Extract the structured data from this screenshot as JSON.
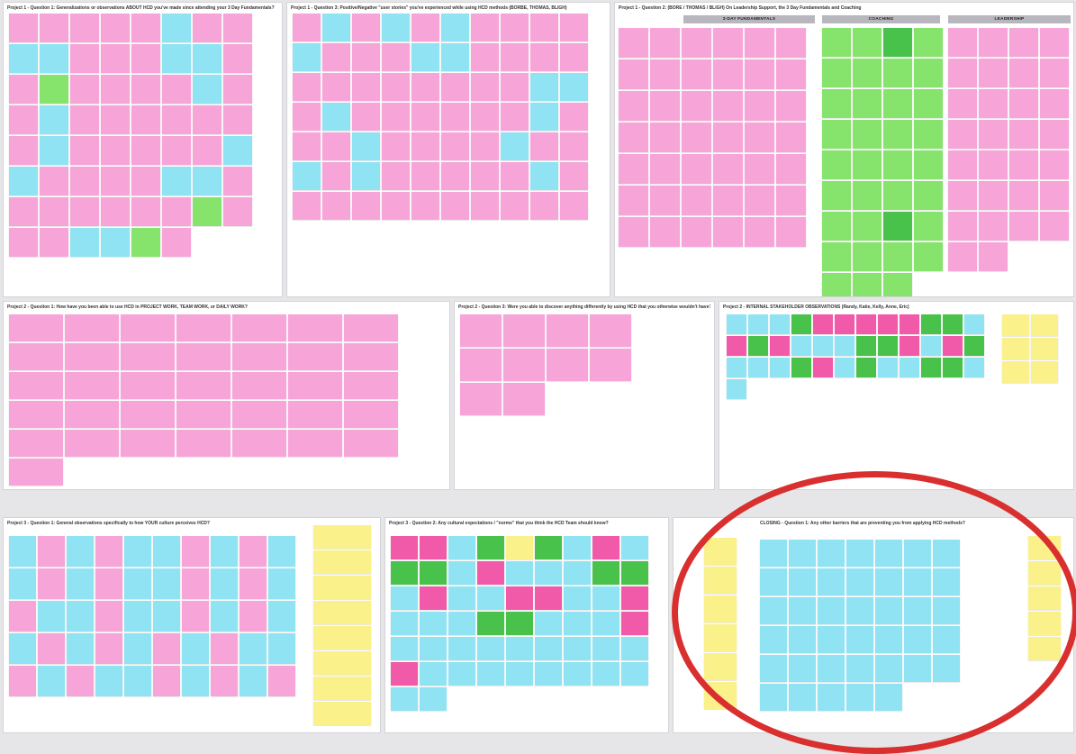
{
  "frames": [
    {
      "id": "p1q1",
      "title": "Project 1 - Question 1: Generalizations or observations ABOUT HCD you've made since attending your 3 Day Fundamentals?",
      "colors": [
        "pink",
        "pink",
        "pink",
        "pink",
        "pink",
        "cyan",
        "pink",
        "pink",
        "cyan",
        "cyan",
        "pink",
        "pink",
        "pink",
        "cyan",
        "cyan",
        "pink",
        "pink",
        "lime",
        "pink",
        "pink",
        "pink",
        "pink",
        "cyan",
        "pink",
        "pink",
        "cyan",
        "pink",
        "pink",
        "pink",
        "pink",
        "pink",
        "pink",
        "pink",
        "cyan",
        "pink",
        "pink",
        "pink",
        "pink",
        "pink",
        "cyan",
        "cyan",
        "pink",
        "pink",
        "pink",
        "pink",
        "cyan",
        "cyan",
        "pink",
        "pink",
        "pink",
        "pink",
        "pink",
        "pink",
        "pink",
        "lime",
        "pink",
        "pink",
        "pink",
        "cyan",
        "cyan",
        "lime",
        "pink"
      ]
    },
    {
      "id": "p1q3",
      "title": "Project 1 - Question 3: Positive/Negative \"user stories\" you've experienced while using HCD methods (BORBE, THOMAS, BLIGH)",
      "colors": [
        "pink",
        "cyan",
        "pink",
        "cyan",
        "pink",
        "cyan",
        "pink",
        "pink",
        "pink",
        "pink",
        "cyan",
        "pink",
        "pink",
        "pink",
        "cyan",
        "cyan",
        "pink",
        "pink",
        "pink",
        "pink",
        "pink",
        "pink",
        "pink",
        "pink",
        "pink",
        "pink",
        "pink",
        "pink",
        "cyan",
        "cyan",
        "pink",
        "cyan",
        "pink",
        "pink",
        "pink",
        "pink",
        "pink",
        "pink",
        "cyan",
        "pink",
        "pink",
        "pink",
        "cyan",
        "pink",
        "pink",
        "pink",
        "pink",
        "cyan",
        "pink",
        "pink",
        "cyan",
        "pink",
        "cyan",
        "pink",
        "pink",
        "pink",
        "pink",
        "pink",
        "cyan",
        "pink",
        "pink",
        "pink",
        "pink",
        "pink",
        "pink",
        "pink",
        "pink",
        "pink",
        "pink",
        "pink"
      ]
    },
    {
      "id": "p1q2",
      "title": "Project 1 - Question 2: (BORE / THOMAS / BLIGH) On Leadership Support, the 3 Day Fundamentals and Coaching",
      "colors": []
    },
    {
      "id": "p2q1",
      "title": "Project 2 - Question 1: How have you been able to use HCD in PROJECT WORK, TEAM WORK, or DAILY WORK?",
      "colors": [
        "pink",
        "pink",
        "pink",
        "pink",
        "pink",
        "pink",
        "pink",
        "pink",
        "pink",
        "pink",
        "pink",
        "pink",
        "pink",
        "pink",
        "pink",
        "pink",
        "pink",
        "pink",
        "pink",
        "pink",
        "pink",
        "pink",
        "pink",
        "pink",
        "pink",
        "pink",
        "pink",
        "pink",
        "pink",
        "pink",
        "pink",
        "pink",
        "pink",
        "pink",
        "pink",
        "pink"
      ]
    },
    {
      "id": "p2q3",
      "title": "Project 2 - Question 3: Were you able to discover anything differently by using HCD that you otherwise wouldn't have?",
      "colors": [
        "pink",
        "pink",
        "pink",
        "pink",
        "pink",
        "pink",
        "pink",
        "pink",
        "pink",
        "pink"
      ]
    },
    {
      "id": "p2q2",
      "title": "Project 2 - INTERNAL STAKEHOLDER OBSERVATIONS (Randy, Katie, Kelly, Anne, Eric)",
      "colors": []
    },
    {
      "id": "p3q1",
      "title": "Project 3 - Question 1: General observations specifically to how YOUR culture perceives HCD?",
      "colors": [
        "cyan",
        "pink",
        "cyan",
        "pink",
        "cyan",
        "cyan",
        "pink",
        "cyan",
        "pink",
        "cyan",
        "cyan",
        "pink",
        "cyan",
        "pink",
        "cyan",
        "cyan",
        "pink",
        "cyan",
        "pink",
        "cyan",
        "pink",
        "cyan",
        "cyan",
        "pink",
        "cyan",
        "cyan",
        "pink",
        "cyan",
        "pink",
        "cyan",
        "cyan",
        "pink",
        "cyan",
        "pink",
        "cyan",
        "pink",
        "cyan",
        "pink",
        "cyan",
        "cyan",
        "pink",
        "cyan",
        "pink",
        "cyan",
        "cyan",
        "pink",
        "cyan",
        "pink",
        "cyan",
        "pink"
      ]
    },
    {
      "id": "p3q2",
      "title": "Project 3 - Question 2: Any cultural expectations / \"norms\" that you think the HCD Team should know?",
      "colors": []
    },
    {
      "id": "closing",
      "title": "CLOSING - Question 1: Any other barriers that are preventing you from applying HCD methods?",
      "colors": []
    }
  ],
  "leadership_frame": {
    "columns": [
      "3-DAY FUNDAMENTALS",
      "COACHING",
      "LEADERSHIP"
    ]
  },
  "annotation": {
    "type": "red-circle",
    "color": "#d92f2f",
    "target": "closing"
  }
}
